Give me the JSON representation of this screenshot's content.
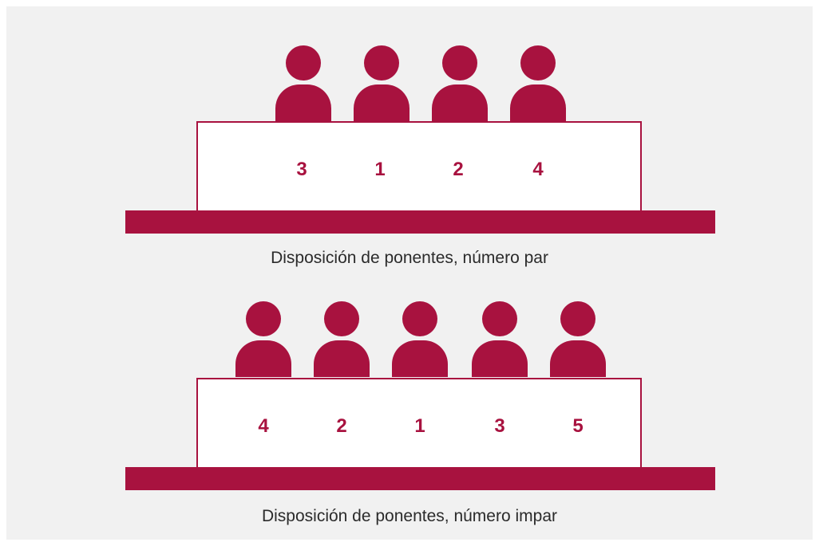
{
  "colors": {
    "accent": "#a8123f",
    "background": "#f1f1f1",
    "table_fill": "#ffffff",
    "caption_text": "#2b2b2b"
  },
  "diagrams": [
    {
      "caption": "Disposición de ponentes, número par",
      "seats": [
        "3",
        "1",
        "2",
        "4"
      ]
    },
    {
      "caption": "Disposición de ponentes, número impar",
      "seats": [
        "4",
        "2",
        "1",
        "3",
        "5"
      ]
    }
  ]
}
